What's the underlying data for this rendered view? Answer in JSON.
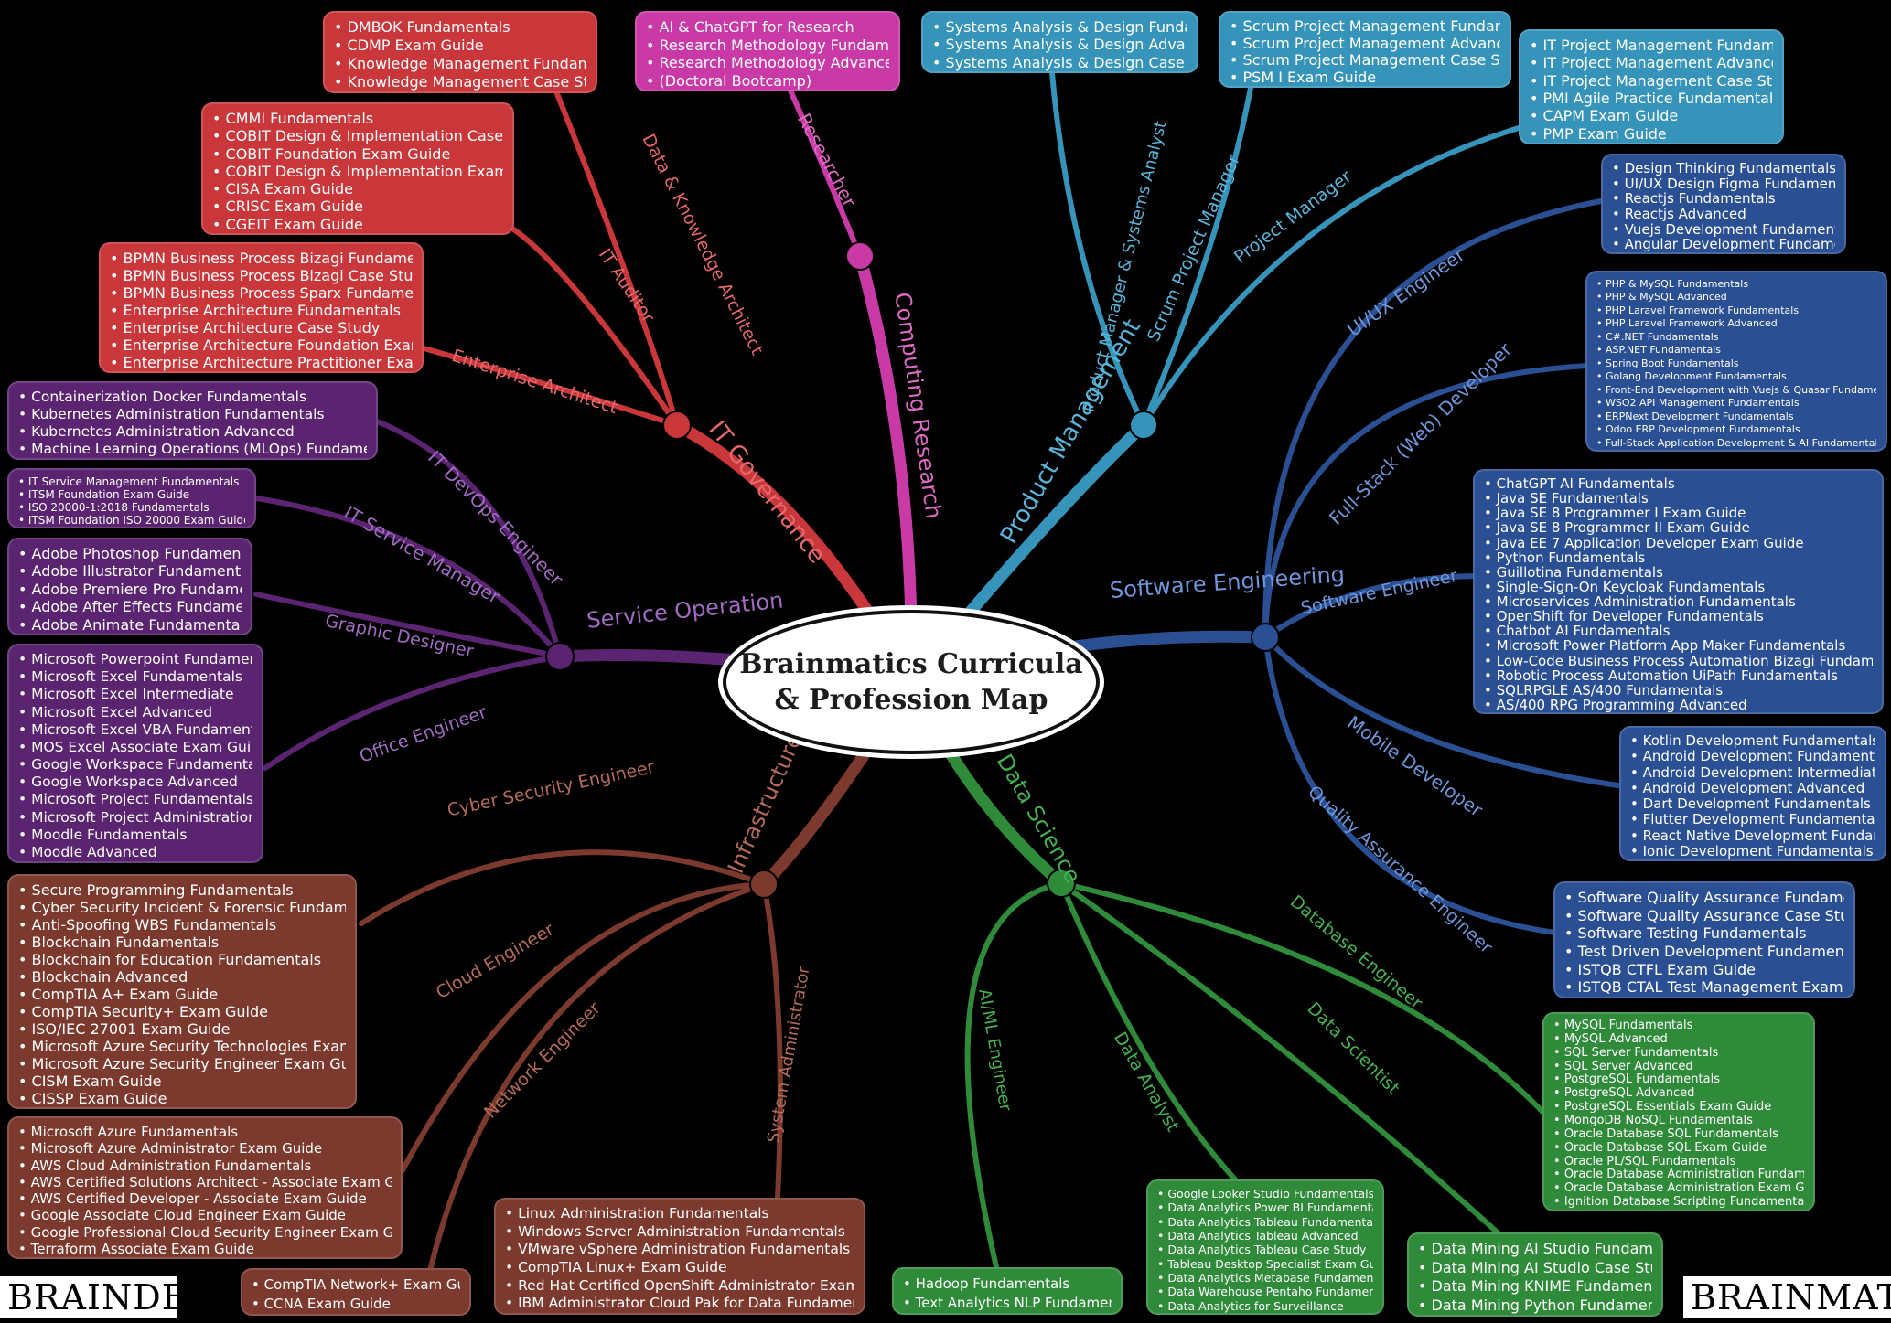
{
  "title": "Brainmatics Curricula & Profession Map",
  "logos": {
    "left": "BRAINDEVS",
    "right": "BRAINMATICS"
  },
  "colors": {
    "it_governance": "#c9373b",
    "researcher": "#c93aa6",
    "product": "#3693b9",
    "software": "#2b4f93",
    "data_science": "#2f8b3a",
    "infra": "#7c3a2e",
    "service": "#5a2470"
  },
  "categories": [
    {
      "key": "it_governance",
      "label": "IT Governance"
    },
    {
      "key": "computing_research",
      "label": "Computing Research"
    },
    {
      "key": "product_management",
      "label": "Product Management"
    },
    {
      "key": "software_engineering",
      "label": "Software Engineering"
    },
    {
      "key": "data_science",
      "label": "Data Science"
    },
    {
      "key": "infrastructure_security",
      "label": "Infrastructure & Security"
    },
    {
      "key": "service_operation",
      "label": "Service Operation"
    }
  ],
  "roles": [
    {
      "key": "data_knowledge_architect",
      "label": "Data & Knowledge Architect",
      "courses": [
        "DMBOK Fundamentals",
        "CDMP Exam Guide",
        "Knowledge Management Fundamentals",
        "Knowledge Management Case Study"
      ]
    },
    {
      "key": "it_auditor",
      "label": "IT Auditor",
      "courses": [
        "CMMI Fundamentals",
        "COBIT Design & Implementation Case Study",
        "COBIT Foundation Exam Guide",
        "COBIT Design & Implementation Exam Guide",
        "CISA Exam Guide",
        "CRISC Exam Guide",
        "CGEIT Exam Guide"
      ]
    },
    {
      "key": "enterprise_architect",
      "label": "Enterprise Architect",
      "courses": [
        "BPMN Business Process Bizagi Fundamentals",
        "BPMN Business Process Bizagi Case Study",
        "BPMN Business Process Sparx Fundamentals",
        "Enterprise Architecture Fundamentals",
        "Enterprise Architecture Case Study",
        "Enterprise Architecture Foundation Exam Guide",
        "Enterprise Architecture Practitioner Exam Guide"
      ]
    },
    {
      "key": "researcher",
      "label": "Researcher",
      "courses": [
        "AI & ChatGPT for Research",
        "Research Methodology Fundamentals",
        "Research Methodology Advanced",
        "(Doctoral Bootcamp)"
      ]
    },
    {
      "key": "product_manager_systems_analyst",
      "label": "Product Manager & Systems Analyst",
      "courses": [
        "Systems Analysis & Design Fundamentals",
        "Systems Analysis & Design Advanced",
        "Systems Analysis & Design Case Study"
      ]
    },
    {
      "key": "scrum_project_manager",
      "label": "Scrum Project Manager",
      "courses": [
        "Scrum Project Management Fundamentals",
        "Scrum Project Management Advanced",
        "Scrum Project Management Case Study",
        "PSM I Exam Guide"
      ]
    },
    {
      "key": "project_manager",
      "label": "Project Manager",
      "courses": [
        "IT Project Management Fundamentals",
        "IT Project Management Advanced",
        "IT Project Management Case Study",
        "PMI Agile Practice Fundamentals",
        "CAPM Exam Guide",
        "PMP Exam Guide"
      ]
    },
    {
      "key": "ui_ux_engineer",
      "label": "UI/UX Engineer",
      "courses": [
        "Design Thinking Fundamentals",
        "UI/UX Design Figma Fundamentals",
        "Reactjs Fundamentals",
        "Reactjs Advanced",
        "Vuejs Development Fundamentals",
        "Angular Development Fundamentals"
      ]
    },
    {
      "key": "fullstack_developer",
      "label": "Full-Stack (Web) Developer",
      "courses": [
        "PHP & MySQL Fundamentals",
        "PHP & MySQL Advanced",
        "PHP Laravel Framework Fundamentals",
        "PHP Laravel Framework Advanced",
        "C#.NET Fundamentals",
        "ASP.NET Fundamentals",
        "Spring Boot Fundamentals",
        "Golang Development Fundamentals",
        "Front-End Development with Vuejs & Quasar Fundamentals",
        "WSO2 API Management Fundamentals",
        "ERPNext Development Fundamentals",
        "Odoo ERP Development Fundamentals",
        "Full-Stack Application Development & AI Fundamentals"
      ]
    },
    {
      "key": "software_engineer",
      "label": "Software Engineer",
      "courses": [
        "ChatGPT AI Fundamentals",
        "Java SE Fundamentals",
        "Java SE 8 Programmer I Exam Guide",
        "Java SE 8 Programmer II Exam Guide",
        "Java EE 7 Application Developer Exam Guide",
        "Python Fundamentals",
        "Guillotina Fundamentals",
        "Single-Sign-On Keycloak Fundamentals",
        "Microservices Administration Fundamentals",
        "OpenShift for Developer Fundamentals",
        "Chatbot AI Fundamentals",
        "Microsoft Power Platform App Maker Fundamentals",
        "Low-Code Business Process Automation Bizagi Fundamentals",
        "Robotic Process Automation UiPath Fundamentals",
        "SQLRPGLE AS/400 Fundamentals",
        "AS/400 RPG Programming Advanced"
      ]
    },
    {
      "key": "mobile_developer",
      "label": "Mobile Developer",
      "courses": [
        "Kotlin Development Fundamentals",
        "Android Development Fundamentals",
        "Android Development Intermediate",
        "Android Development Advanced",
        "Dart Development Fundamentals",
        "Flutter Development Fundamentals",
        "React Native Development Fundamentals",
        "Ionic Development Fundamentals"
      ]
    },
    {
      "key": "qa_engineer",
      "label": "Quality Assurance Engineer",
      "courses": [
        "Software Quality Assurance Fundamentals",
        "Software Quality Assurance Case Study",
        "Software Testing Fundamentals",
        "Test Driven Development Fundamentals",
        "ISTQB CTFL Exam Guide",
        "ISTQB CTAL Test Management Exam Guide"
      ]
    },
    {
      "key": "database_engineer",
      "label": "Database Engineer",
      "courses": [
        "MySQL Fundamentals",
        "MySQL Advanced",
        "SQL Server Fundamentals",
        "SQL Server Advanced",
        "PostgreSQL Fundamentals",
        "PostgreSQL Advanced",
        "PostgreSQL Essentials Exam Guide",
        "MongoDB NoSQL Fundamentals",
        "Oracle Database SQL Fundamentals",
        "Oracle Database SQL Exam Guide",
        "Oracle PL/SQL Fundamentals",
        "Oracle Database Administration Fundamentals",
        "Oracle Database Administration Exam Guide",
        "Ignition Database Scripting Fundamentals"
      ]
    },
    {
      "key": "data_scientist",
      "label": "Data Scientist",
      "courses": [
        "Data Mining AI Studio Fundamentals",
        "Data Mining AI Studio Case Study",
        "Data Mining KNIME Fundamentals",
        "Data Mining Python Fundamentals"
      ]
    },
    {
      "key": "data_analyst",
      "label": "Data Analyst",
      "courses": [
        "Google Looker Studio Fundamentals",
        "Data Analytics Power BI Fundamentals",
        "Data Analytics Tableau Fundamentals",
        "Data Analytics Tableau Advanced",
        "Data Analytics Tableau Case Study",
        "Tableau Desktop Specialist Exam Guide",
        "Data Analytics Metabase Fundamentals",
        "Data Warehouse Pentaho Fundamentals",
        "Data Analytics for Surveillance"
      ]
    },
    {
      "key": "ai_ml_engineer",
      "label": "AI/ML Engineer",
      "courses": [
        "Hadoop Fundamentals",
        "Text Analytics NLP Fundamentals"
      ]
    },
    {
      "key": "cyber_security_engineer",
      "label": "Cyber Security Engineer",
      "courses": [
        "Secure Programming Fundamentals",
        "Cyber Security Incident & Forensic Fundamentals",
        "Anti-Spoofing WBS Fundamentals",
        "Blockchain Fundamentals",
        "Blockchain for Education Fundamentals",
        "Blockchain Advanced",
        "CompTIA A+ Exam Guide",
        "CompTIA Security+ Exam Guide",
        "ISO/IEC 27001 Exam Guide",
        "Microsoft Azure Security Technologies Exam Guide",
        "Microsoft Azure Security Engineer Exam Guide",
        "CISM Exam Guide",
        "CISSP Exam Guide"
      ]
    },
    {
      "key": "cloud_engineer",
      "label": "Cloud Engineer",
      "courses": [
        "Microsoft Azure Fundamentals",
        "Microsoft Azure Administrator Exam Guide",
        "AWS Cloud Administration Fundamentals",
        "AWS Certified Solutions Architect - Associate Exam Guide",
        "AWS Certified Developer - Associate Exam Guide",
        "Google Associate Cloud Engineer Exam Guide",
        "Google Professional Cloud Security Engineer Exam Guide",
        "Terraform Associate Exam Guide"
      ]
    },
    {
      "key": "network_engineer",
      "label": "Network Engineer",
      "courses": [
        "CompTIA Network+ Exam Guide",
        "CCNA Exam Guide"
      ]
    },
    {
      "key": "system_administrator",
      "label": "System Administrator",
      "courses": [
        "Linux Administration Fundamentals",
        "Windows Server Administration Fundamentals",
        "VMware vSphere Administration Fundamentals",
        "CompTIA Linux+ Exam Guide",
        "Red Hat Certified OpenShift Administrator Exam Guide",
        "IBM Administrator Cloud Pak for Data Fundamentals"
      ]
    },
    {
      "key": "it_devops_engineer",
      "label": "IT DevOps Engineer",
      "courses": [
        "Containerization Docker Fundamentals",
        "Kubernetes Administration Fundamentals",
        "Kubernetes Administration Advanced",
        "Machine Learning Operations (MLOps) Fundamentals"
      ]
    },
    {
      "key": "it_service_manager",
      "label": "IT Service Manager",
      "courses": [
        "IT Service Management Fundamentals",
        "ITSM Foundation Exam Guide",
        "ISO 20000-1:2018 Fundamentals",
        "ITSM Foundation ISO 20000 Exam Guide"
      ]
    },
    {
      "key": "graphic_designer",
      "label": "Graphic Designer",
      "courses": [
        "Adobe Photoshop Fundamentals",
        "Adobe Illustrator Fundamentals",
        "Adobe Premiere Pro Fundamentals",
        "Adobe After Effects Fundamentals",
        "Adobe Animate Fundamentals"
      ]
    },
    {
      "key": "office_engineer",
      "label": "Office Engineer",
      "courses": [
        "Microsoft Powerpoint Fundamentals",
        "Microsoft Excel Fundamentals",
        "Microsoft Excel Intermediate",
        "Microsoft Excel Advanced",
        "Microsoft Excel VBA Fundamentals",
        "MOS Excel Associate Exam Guide",
        "Google Workspace Fundamentals",
        "Google Workspace Advanced",
        "Microsoft Project Fundamentals",
        "Microsoft Project Administration",
        "Moodle Fundamentals",
        "Moodle Advanced"
      ]
    }
  ]
}
